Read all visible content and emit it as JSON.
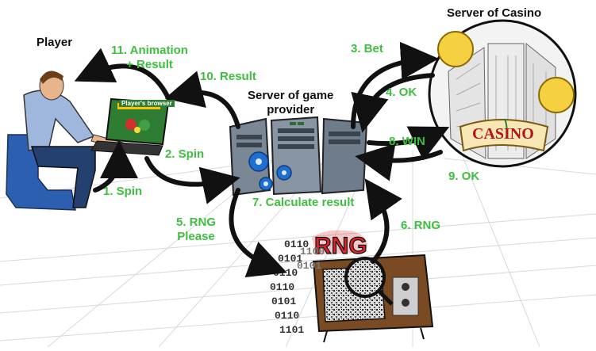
{
  "nodes": {
    "player": "Player",
    "casino_server": "Server of Casino",
    "game_provider_server": "Server of game\nprovider",
    "rng": "RNG",
    "browser_header": "Player's browser",
    "casino_sign": "CASINO"
  },
  "steps": {
    "s1": "1. Spin",
    "s2": "2. Spin",
    "s3": "3. Bet",
    "s4": "4. OK",
    "s5": "5. RNG\nPlease",
    "s6": "6. RNG",
    "s7": "7. Calculate result",
    "s8": "8. WIN",
    "s9": "9. OK",
    "s10": "10. Result",
    "s11": "11. Animation\n+ Result"
  },
  "binary_stream": [
    "0110",
    "0101",
    "0110",
    "0110",
    "0101",
    "0110",
    "1101",
    "1100",
    "0101"
  ],
  "colors": {
    "step_label": "#3fbf3f",
    "node_label": "#111111",
    "arrow": "#111111",
    "casino_sign": "#b5121b",
    "rng_logo": "#d8262c",
    "server_body": "#7a8794",
    "gear": "#1f6fd1"
  },
  "icons": [
    "player-icon",
    "laptop-icon",
    "server-rack-icon",
    "gear-icon",
    "casino-building-icon",
    "dollar-icon",
    "tv-icon",
    "magnifier-icon"
  ]
}
